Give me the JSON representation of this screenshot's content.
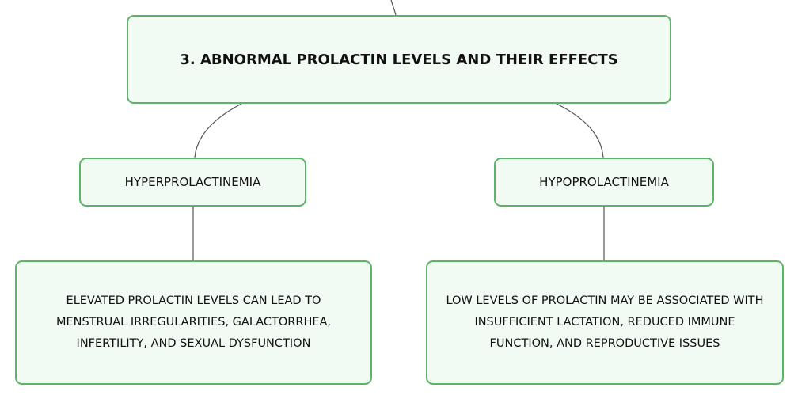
{
  "diagram": {
    "main_node": {
      "label": "3. ABNORMAL PROLACTIN LEVELS AND THEIR EFFECTS"
    },
    "branches": [
      {
        "label": "HYPERPROLACTINEMIA",
        "detail": "ELEVATED PROLACTIN LEVELS CAN LEAD TO MENSTRUAL IRREGULARITIES, GALACTORRHEA, INFERTILITY, AND SEXUAL DYSFUNCTION"
      },
      {
        "label": "HYPOPROLACTINEMIA",
        "detail": "LOW LEVELS OF PROLACTIN MAY BE ASSOCIATED WITH INSUFFICIENT LACTATION, REDUCED IMMUNE FUNCTION, AND REPRODUCTIVE ISSUES"
      }
    ],
    "colors": {
      "node_border": "#5cb466",
      "node_fill": "#f1faf3",
      "connector": "#555555",
      "text": "#111111"
    }
  }
}
